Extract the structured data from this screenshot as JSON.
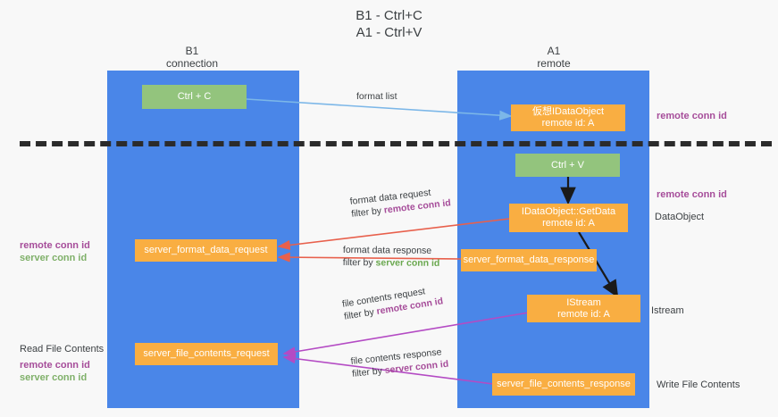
{
  "title": "B1 - Ctrl+C\nA1 - Ctrl+V",
  "columns": [
    {
      "name": "left",
      "header": "B1\nconnection"
    },
    {
      "name": "right",
      "header": "A1\nremote"
    }
  ],
  "boxes": {
    "ctrl_c": {
      "label": "Ctrl + C",
      "color": "#93c47d"
    },
    "virtual_dataobject": {
      "label": "仮想IDataObject\nremote id: A",
      "color": "#f9ae42"
    },
    "ctrl_v": {
      "label": "Ctrl + V",
      "color": "#93c47d"
    },
    "idataobject_getdata": {
      "label": "IDataObject::GetData\nremote id: A",
      "color": "#f9ae42"
    },
    "server_format_data_request": {
      "label": "server_format_data_request",
      "color": "#f9ae42"
    },
    "server_format_data_response": {
      "label": "server_format_data_response",
      "color": "#f9ae42"
    },
    "istream": {
      "label": "IStream\nremote id: A",
      "color": "#f9ae42"
    },
    "server_file_contents_request": {
      "label": "server_file_contents_request",
      "color": "#f9ae42"
    },
    "server_file_contents_response": {
      "label": "server_file_contents_response",
      "color": "#f9ae42"
    }
  },
  "edge_labels": {
    "format_list": {
      "line1": "format list",
      "line2": "",
      "accent2": ""
    },
    "format_data_request": {
      "line1": "format data request",
      "line2_prefix": "filter by ",
      "line2_accent": "remote conn id"
    },
    "format_data_response": {
      "line1": "format data response",
      "line2_prefix": "filter by ",
      "line2_accent": "server conn id"
    },
    "file_contents_request": {
      "line1": "file contents request",
      "line2_prefix": "filter by ",
      "line2_accent": "remote conn id"
    },
    "file_contents_response": {
      "line1": "file contents response",
      "line2_prefix": "filter by ",
      "line2_accent": "server conn id"
    }
  },
  "margin_labels": {
    "left_conn_ids": {
      "line1": "remote conn id",
      "line2": "server conn id"
    },
    "read_file": {
      "text": "Read File Contents"
    },
    "left_conn_ids2": {
      "line1": "remote conn id",
      "line2": "server conn id"
    },
    "right_remote_1": {
      "text": "remote conn id"
    },
    "right_remote_2": {
      "text": "remote conn id"
    },
    "right_dataobject": {
      "text": "DataObject"
    },
    "right_istream": {
      "text": "Istream"
    },
    "right_write_file": {
      "text": "Write File Contents"
    }
  },
  "colors": {
    "lane": "#4a86e8",
    "green_box": "#93c47d",
    "orange_box": "#f9ae42",
    "purple_accent": "#a64d9a",
    "green_accent": "#6aa84f",
    "arrow_red": "#e8604c",
    "arrow_blue": "#7cb7e8",
    "arrow_magenta": "#b44bc4",
    "arrow_black": "#1a1a1a",
    "divider": "#2b2b2b",
    "background": "#f8f8f8"
  }
}
